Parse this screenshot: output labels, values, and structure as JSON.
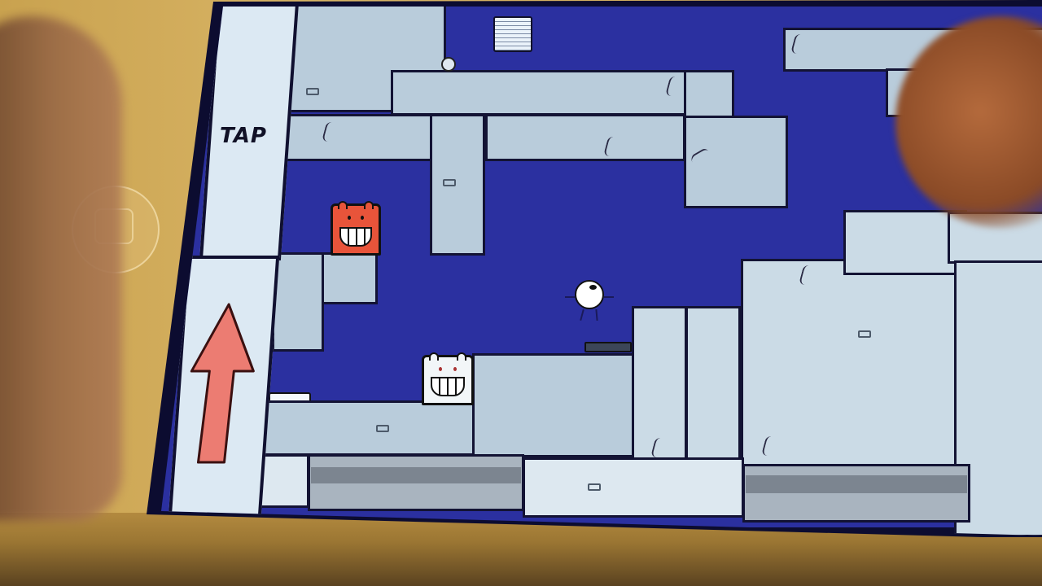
{
  "scene": {
    "description": "Photo of a smartphone running a 2D puzzle-platformer game",
    "device": {
      "home_button_icon": "home-button-icon"
    }
  },
  "game": {
    "controls": {
      "tap_label": "TAP",
      "jump_arrow_icon": "up-arrow-icon",
      "jump_arrow_color": "#ec7c72"
    },
    "colors": {
      "background": "#2b30a0",
      "block": "#b9ccdb",
      "outline": "#131334",
      "red_monster": "#e8543a",
      "white_monster": "#f2f6f8"
    },
    "entities": {
      "player": "round white character",
      "red_monster": "red grinning block monster",
      "white_monster": "white grinning block monster",
      "collectible": "newspaper"
    }
  }
}
